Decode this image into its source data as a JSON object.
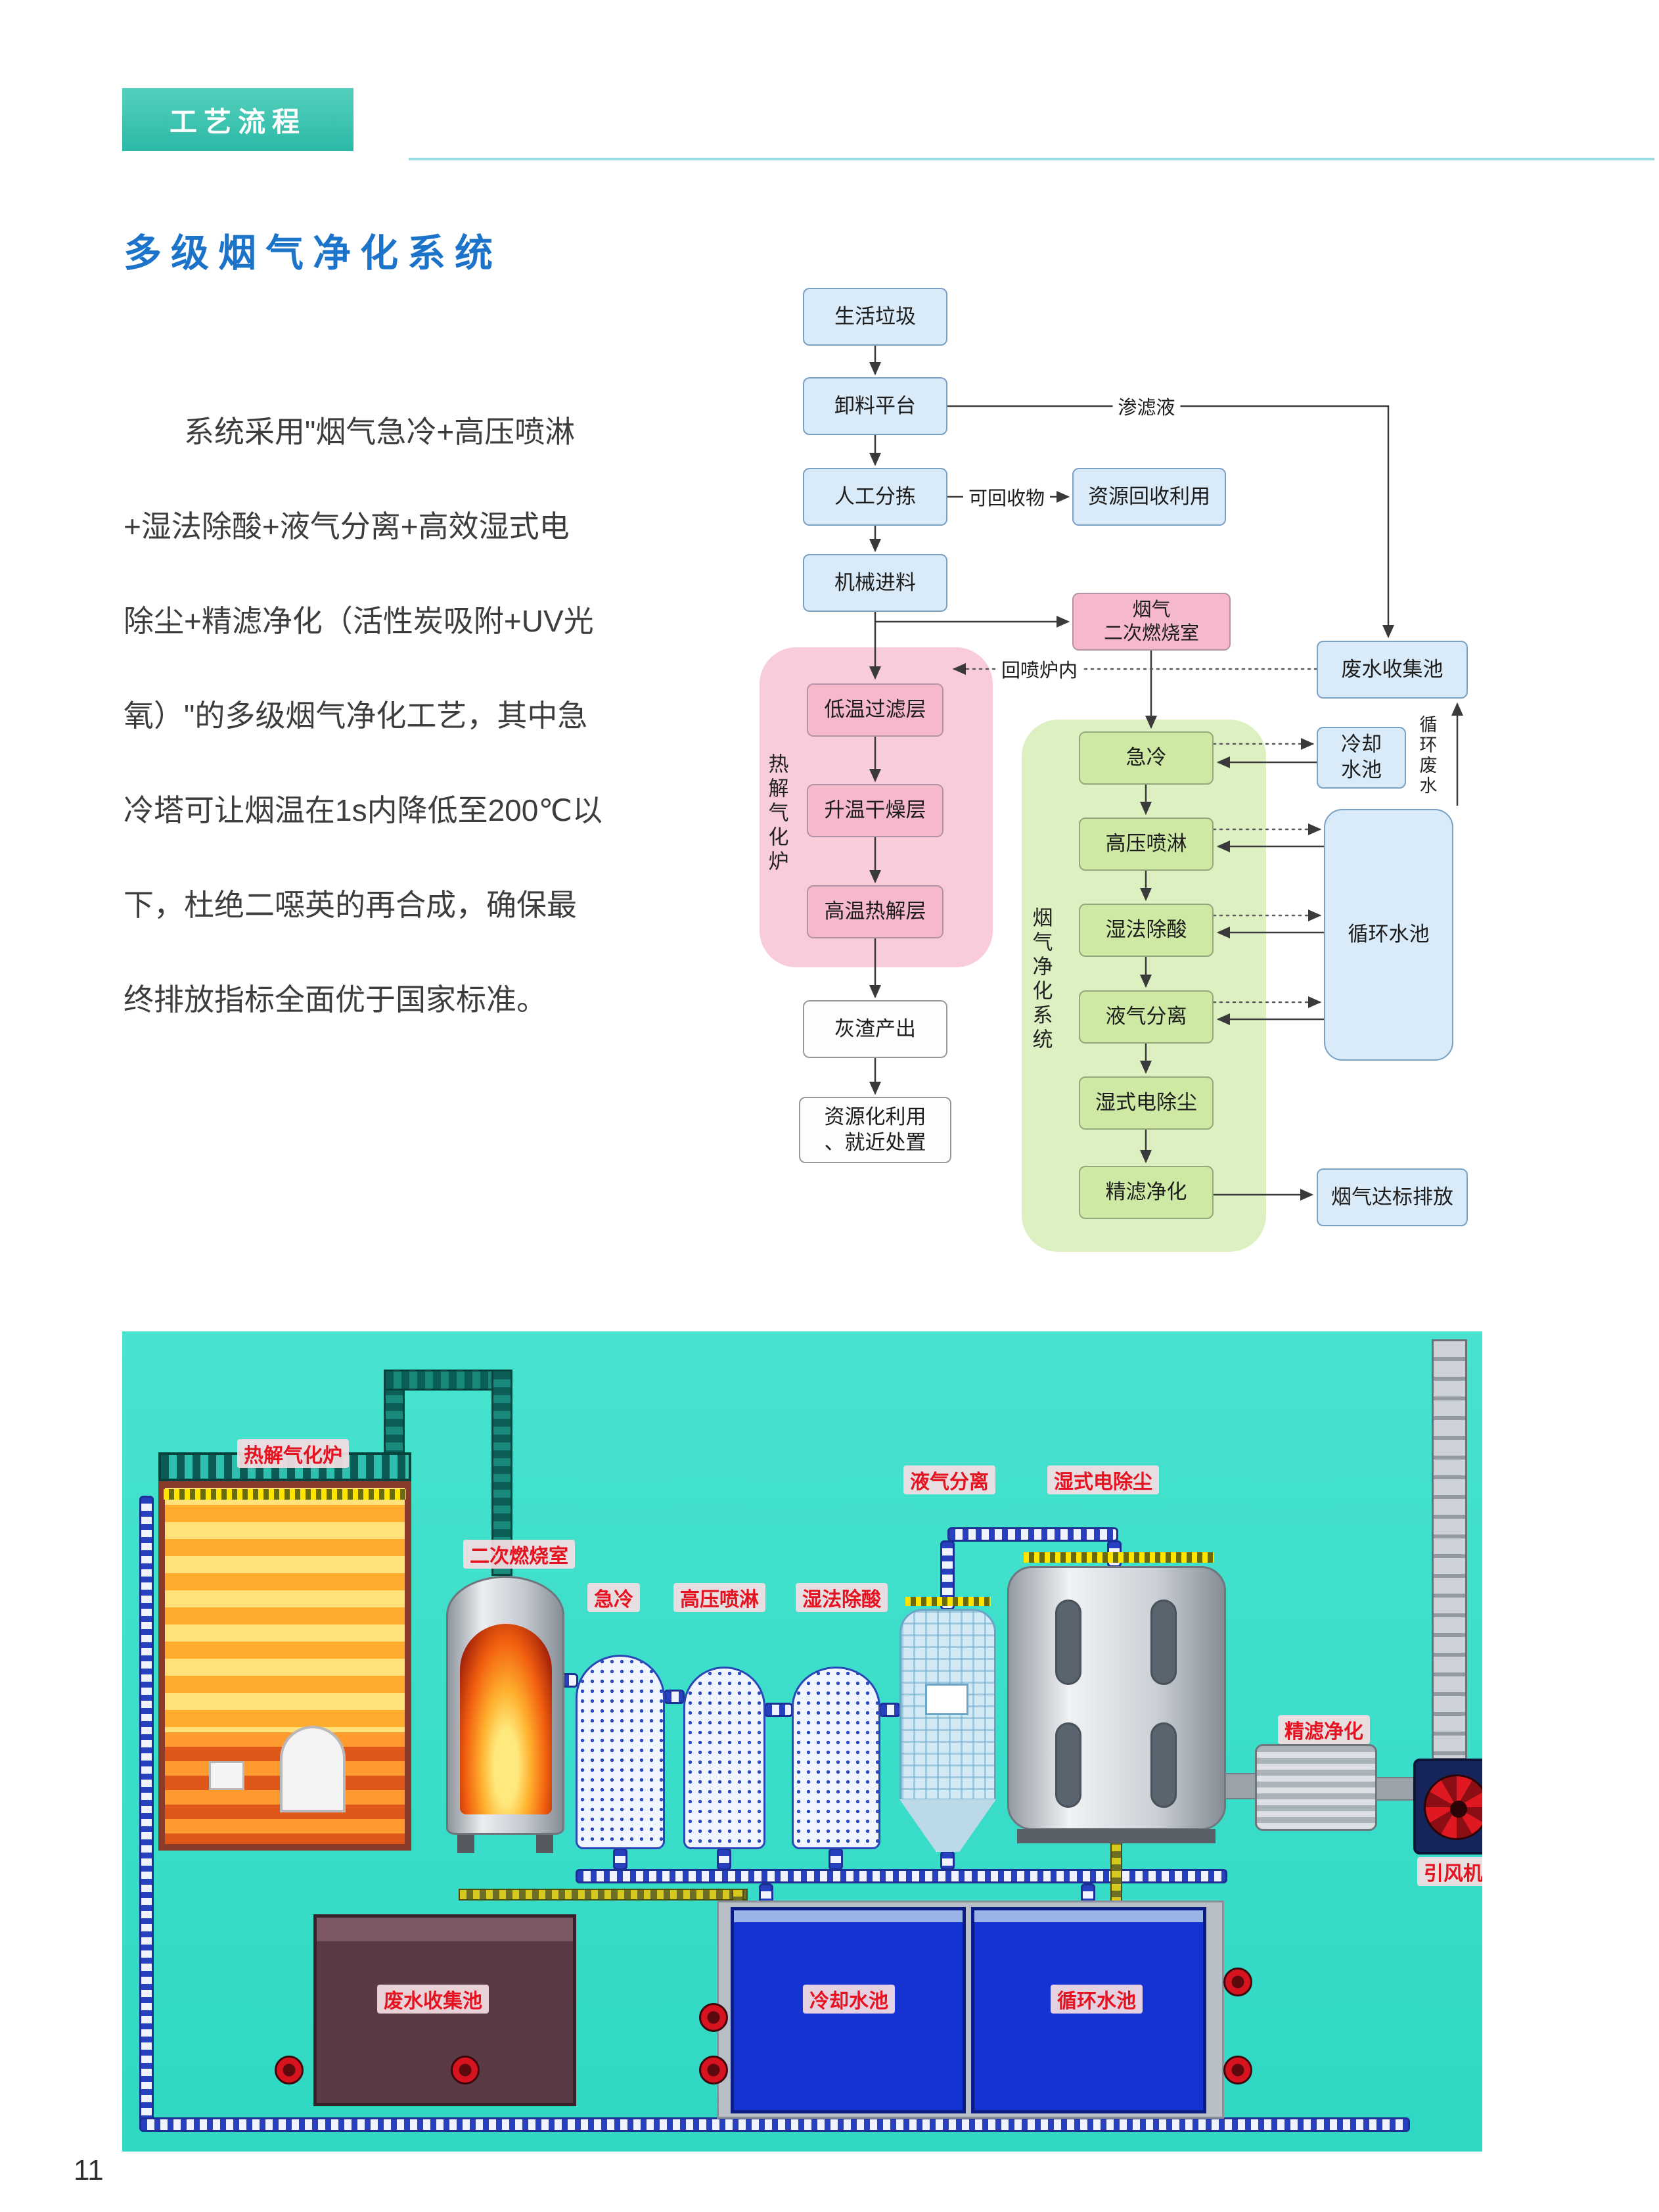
{
  "header": {
    "badge": "工艺流程"
  },
  "title": "多级烟气净化系统",
  "paragraph": [
    "　　系统采用\"烟气急冷+高压喷淋",
    "+湿法除酸+液气分离+高效湿式电",
    "除尘+精滤净化（活性炭吸附+UV光",
    "氧）\"的多级烟气净化工艺，其中急",
    "冷塔可让烟温在1s内降低至200℃以",
    "下，杜绝二噁英的再合成，确保最",
    "终排放指标全面优于国家标准。"
  ],
  "flowchart": {
    "household_waste": "生活垃圾",
    "unloading_platform": "卸料平台",
    "manual_sorting": "人工分拣",
    "mechanical_feeding": "机械进料",
    "leachate": "渗滤液",
    "recyclables": "可回收物",
    "resource_recycling": "资源回收利用",
    "secondary_combustion": "烟气\n二次燃烧室",
    "spray_back": "回喷炉内",
    "pyrolysis_gasifier": "热解气化炉",
    "low_temp_filter": "低温过滤层",
    "heating_drying": "升温干燥层",
    "high_temp_pyrolysis": "高温热解层",
    "ash_output": "灰渣产出",
    "resource_utilization": "资源化利用\n、就近处置",
    "purification_system": "烟气净化系统",
    "quench": "急冷",
    "high_pressure_spray": "高压喷淋",
    "wet_deacidification": "湿法除酸",
    "gas_liquid_separation": "液气分离",
    "wet_esp": "湿式电除尘",
    "fine_filtration": "精滤净化",
    "discharge": "烟气达标排放",
    "wastewater_pool": "废水收集池",
    "cooling_pool": "冷却\n水池",
    "circulating_wastewater": "循环废水",
    "circulating_pool": "循环水池"
  },
  "illustration": {
    "labels": {
      "pyrolysis_gasifier": "热解气化炉",
      "secondary_chamber": "二次燃烧室",
      "quench": "急冷",
      "high_pressure_spray": "高压喷淋",
      "wet_deacidification": "湿法除酸",
      "gas_liquid_separation": "液气分离",
      "wet_esp": "湿式电除尘",
      "fine_filtration": "精滤净化",
      "induced_draft_fan": "引风机",
      "wastewater_pool": "废水收集池",
      "cooling_pool": "冷却水池",
      "circulating_pool": "循环水池"
    }
  },
  "colors": {
    "accent_teal": "#2cb9a6",
    "heading_blue": "#1b74c9",
    "label_red": "#e51220",
    "diagram_bg_teal": "#3fdfca"
  },
  "page_number": "11"
}
